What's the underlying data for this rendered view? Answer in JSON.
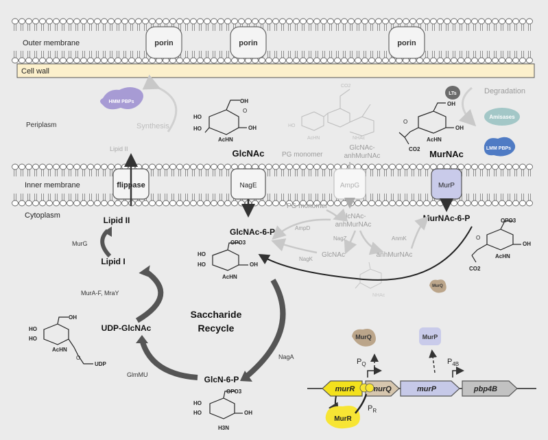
{
  "membranes": {
    "outer": "Outer membrane",
    "cell_wall": "Cell wall",
    "periplasm": "Periplasm",
    "inner": "Inner membrane",
    "cytoplasm": "Cytoplasm"
  },
  "porins": [
    "porin",
    "porin",
    "porin"
  ],
  "periplasm": {
    "hmm_pbps": "HMM PBPs",
    "synthesis": "Synthesis",
    "lipid_ii_peri": "Lipid II",
    "glcnac": "GlcNAc",
    "pg_monomer": "PG monomer",
    "glcnac_anhmurnac": [
      "GlcNAc-",
      "anhMurNAc"
    ],
    "murnac": "MurNAc",
    "lts": "LTs",
    "degradation": "Degradation",
    "amisases": "Amisases",
    "lmm_pbps": "LMM PBPs"
  },
  "transporters": {
    "flippase": "flippase",
    "nage": "NagE",
    "ampg": "AmpG",
    "murp": "MurP"
  },
  "cytoplasm": {
    "lipid_ii": "Lipid II",
    "murg": "MurG",
    "lipid_i": "Lipid I",
    "mura_f": "MurA-F, MraY",
    "udp_glcnac": "UDP-GlcNAc",
    "glmmu": "GlmMU",
    "glcn6p": "GlcN-6-P",
    "naga": "NagA",
    "glcnac6p": "GlcNAc-6-P",
    "murnac6p": "MurNAc-6-P",
    "pg_monomer": "PG monomer",
    "glcnac_anhmurnac": [
      "GlcNAc-",
      "anhMurNAc"
    ],
    "ampd": "AmpD",
    "nagz": "NagZ",
    "anmk": "AnmK",
    "glcnac": "GlcNAc",
    "anhmurnac": "anhMurNAc",
    "nagk": "NagK",
    "murq": "MurQ",
    "title": [
      "Saccharide",
      "Recycle"
    ]
  },
  "operon": {
    "murq_protein": "MurQ",
    "murp_protein": "MurP",
    "murr_protein": "MurR",
    "pq": "P",
    "pq_sub": "Q",
    "p4b": "P",
    "p4b_sub": "4B",
    "pr": "P",
    "pr_sub": "R",
    "genes": [
      "murR",
      "murQ",
      "murP",
      "pbp4B"
    ]
  },
  "chem": {
    "acHN": "AcHN",
    "ho": "HO",
    "oh": "OH",
    "co2": "CO2",
    "opo3": "OPO3",
    "udp": "UDP",
    "o": "O",
    "h3n": "H3N",
    "nhac": "NHAc"
  },
  "colors": {
    "background": "#ebebeb",
    "cell_wall": "#fcf0cc",
    "hmm_pbps": "#a79bd4",
    "lts": "#6b6b6b",
    "amisases": "#a3c7c7",
    "lmm_pbps": "#4f7bc4",
    "murp_box": "#c9cbea",
    "murq": "#bba58a",
    "murr": "#f7e534",
    "murr_gene": "#f3e11d",
    "murq_gene": "#d6c6ae",
    "murp_gene": "#c6c9e8",
    "pbp4b_gene": "#c2c2c2"
  }
}
